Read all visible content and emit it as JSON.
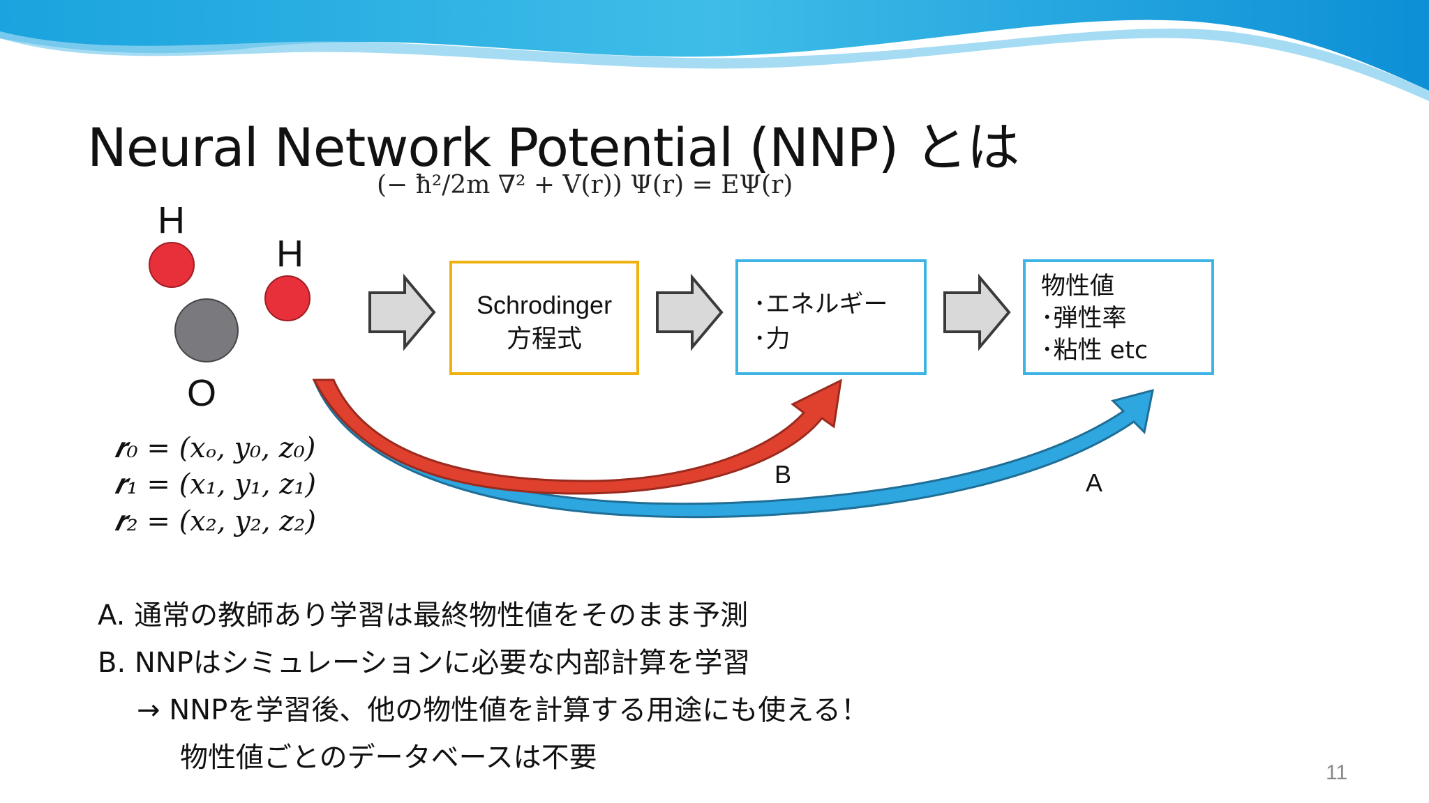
{
  "slide": {
    "title": "Neural Network Potential (NNP) とは",
    "page_number": "11"
  },
  "molecule": {
    "atoms": [
      {
        "label": "H",
        "color": "#e8303a"
      },
      {
        "label": "H",
        "color": "#e8303a"
      },
      {
        "label": "O",
        "color": "#7a7a7e"
      }
    ],
    "positions": [
      {
        "var": "r",
        "sub": "0",
        "rhs": "= (x",
        "c": [
          "o",
          "y",
          "0",
          "z",
          "0"
        ]
      },
      {
        "var": "r",
        "sub": "1"
      },
      {
        "var": "r",
        "sub": "2"
      }
    ],
    "position_lines": [
      "𝒓₀ = (𝑥ₒ, 𝑦₀, 𝑧₀)",
      "𝒓₁ = (𝑥₁, 𝑦₁, 𝑧₁)",
      "𝒓₂ = (𝑥₂, 𝑦₂, 𝑧₂)"
    ]
  },
  "schrodinger_equation": "(− ħ²/2m ∇² + V(r)) Ψ(r) = EΨ(r)",
  "flow": {
    "box1_lines": [
      "Schrodinger",
      "方程式"
    ],
    "box2_lines": [
      "･エネルギー",
      "･力"
    ],
    "box3_lines": [
      "物性値",
      "･弾性率",
      "･粘性 etc"
    ],
    "colors": {
      "box1": "#f0b10e",
      "box2": "#3db4e4",
      "box3": "#3db4e4",
      "arrow_b": "#e0402e",
      "arrow_a": "#2ea6e0"
    }
  },
  "arrow_labels": {
    "b": "B",
    "a": "A"
  },
  "notes": [
    "A. 通常の教師あり学習は最終物性値をそのまま予測",
    "B. NNPはシミュレーションに必要な内部計算を学習",
    "→ NNPを学習後、他の物性値を計算する用途にも使える！",
    "物性値ごとのデータベースは不要"
  ]
}
